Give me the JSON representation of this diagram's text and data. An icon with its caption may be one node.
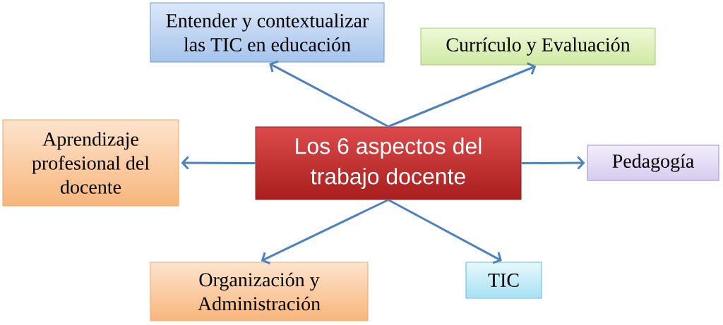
{
  "diagram": {
    "nodes": [
      {
        "text": [
          "Entender y contextualizar las TIC en educación"
        ]
      },
      {
        "text": [
          "Currículo y Evaluación"
        ]
      },
      {
        "text": [
          "Aprendizaje profesional del docente"
        ]
      },
      {
        "text": [
          "Los 6 aspectos del trabajo docente"
        ]
      },
      {
        "text": [
          "Pedagogía"
        ]
      },
      {
        "text": [
          "Organización y Administración"
        ]
      },
      {
        "text": [
          "TIC"
        ]
      }
    ],
    "edges": [
      {
        "from": 3,
        "to": 0,
        "arrow": "to"
      },
      {
        "from": 3,
        "to": 1,
        "arrow": "to"
      },
      {
        "from": 3,
        "to": 2,
        "arrow": "to"
      },
      {
        "from": 3,
        "to": 4,
        "arrow": "to"
      },
      {
        "from": 3,
        "to": 5,
        "arrow": "to"
      },
      {
        "from": 3,
        "to": 6,
        "arrow": "to"
      }
    ]
  }
}
